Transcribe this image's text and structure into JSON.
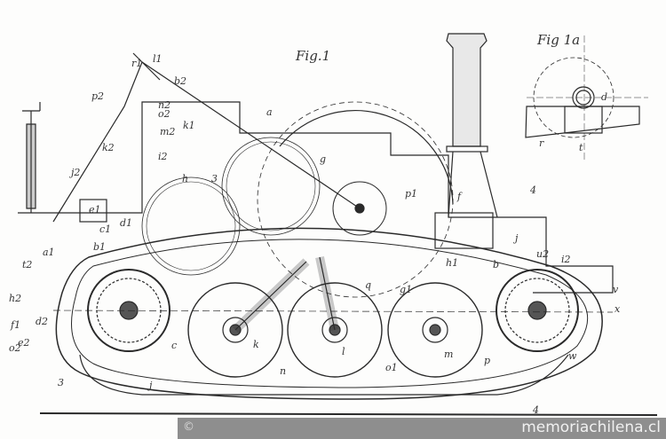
{
  "figure": {
    "fig_main": "Fig.1",
    "fig_detail": "Fig 1a",
    "labels": [
      "r1",
      "l1",
      "b2",
      "p2",
      "n2",
      "o2",
      "m2",
      "k1",
      "k2",
      "i2",
      "j2",
      "a",
      "g",
      "h",
      "3",
      "e1",
      "d1",
      "f",
      "p1",
      "4",
      "j",
      "u2",
      "i2",
      "v",
      "b",
      "h1",
      "g1",
      "q",
      "k",
      "l",
      "m",
      "n",
      "o1",
      "p",
      "w",
      "x",
      "c",
      "j",
      "3",
      "4",
      "d",
      "r",
      "t",
      "a1",
      "b1",
      "c1",
      "d2",
      "f1",
      "e2",
      "o2",
      "t2",
      "h2"
    ]
  },
  "watermark": {
    "copyright_symbol": "©",
    "site": "memoriachilena.cl"
  },
  "colors": {
    "ink": "#2a2a2a",
    "watermark_bg": "#8e8e8e"
  }
}
